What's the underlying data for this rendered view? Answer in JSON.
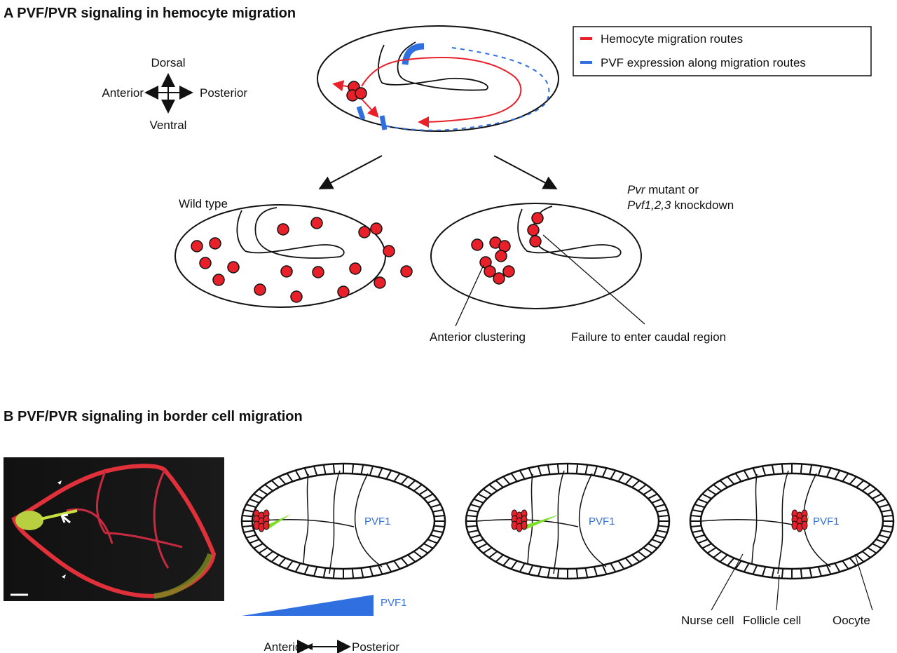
{
  "panel_a": {
    "title": "A  PVF/PVR signaling in hemocyte migration",
    "legend": [
      {
        "label": "Hemocyte migration routes",
        "color": "#e8202a"
      },
      {
        "label": "PVF expression along migration routes",
        "color": "#2f6fe0"
      }
    ],
    "compass": {
      "dorsal": "Dorsal",
      "ventral": "Ventral",
      "anterior": "Anterior",
      "posterior": "Posterior"
    },
    "wild_type_label": "Wild type",
    "mutant_label_line1_italic": "Pvr",
    "mutant_label_line1_rest": " mutant or",
    "mutant_label_line2_italic": "Pvf1,2,3",
    "mutant_label_line2_rest": " knockdown",
    "annotation_left": "Anterior clustering",
    "annotation_right": "Failure to enter caudal region"
  },
  "panel_b": {
    "title": "B  PVF/PVR signaling in border cell migration",
    "pvf_label": "PVF1",
    "gradient_label": "PVF1",
    "axis_left": "Anterior",
    "axis_right": "Posterior",
    "cell_labels": {
      "nurse": "Nurse cell",
      "follicle": "Follicle cell",
      "oocyte": "Oocyte"
    }
  },
  "colors": {
    "hemocyte": "#e8202a",
    "pvf": "#2f6fe0",
    "border_process": "#7de02a"
  }
}
